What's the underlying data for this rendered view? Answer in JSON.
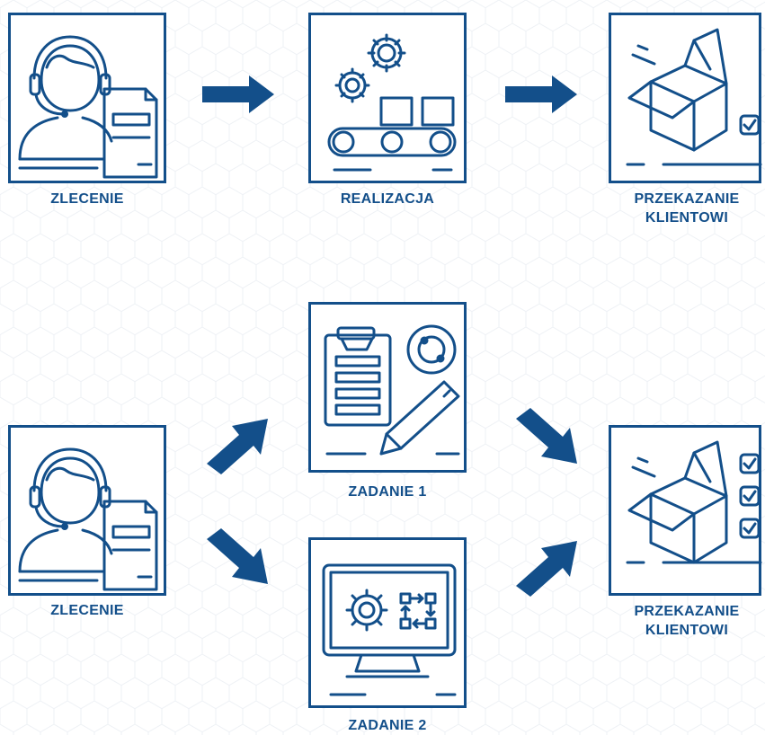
{
  "colors": {
    "primary": "#134f8a",
    "background": "#ffffff",
    "pattern": "#eef1f5"
  },
  "flow_sequential": {
    "step1": {
      "label": "ZLECENIE",
      "icon": "operator-with-document-icon"
    },
    "step2": {
      "label": "REALIZACJA",
      "icon": "production-line-gears-icon"
    },
    "step3": {
      "label_line1": "PRZEKAZANIE",
      "label_line2": "KLIENTOWI",
      "icon": "box-with-check-icon"
    }
  },
  "flow_parallel": {
    "start": {
      "label": "ZLECENIE",
      "icon": "operator-with-document-icon"
    },
    "task1": {
      "label": "ZADANIE 1",
      "icon": "clipboard-and-pen-icon"
    },
    "task2": {
      "label": "ZADANIE 2",
      "icon": "monitor-with-gear-and-flow-icon"
    },
    "end": {
      "label_line1": "PRZEKAZANIE",
      "label_line2": "KLIENTOWI",
      "icon": "box-with-three-checks-icon"
    }
  }
}
